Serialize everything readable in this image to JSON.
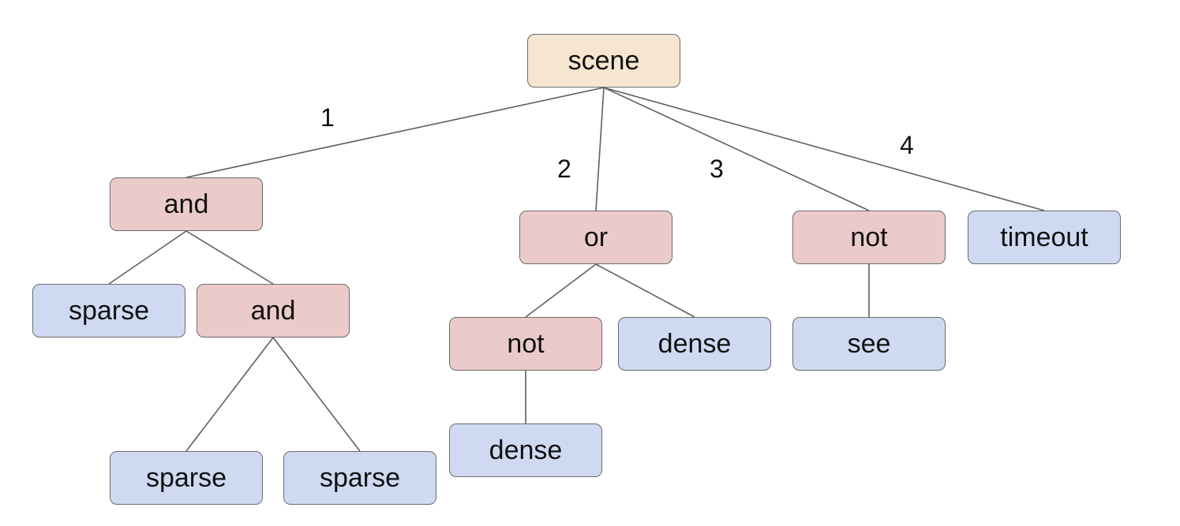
{
  "colors": {
    "root_fill": "#f6e6d0",
    "operator_fill": "#ebcbca",
    "leaf_fill": "#cfdaf2",
    "edge_stroke": "#5f5f5f"
  },
  "nodes": [
    {
      "id": "scene",
      "label": "scene",
      "kind": "root"
    },
    {
      "id": "and1",
      "label": "and",
      "kind": "operator"
    },
    {
      "id": "sparse1",
      "label": "sparse",
      "kind": "leaf"
    },
    {
      "id": "and2",
      "label": "and",
      "kind": "operator"
    },
    {
      "id": "sparse2",
      "label": "sparse",
      "kind": "leaf"
    },
    {
      "id": "sparse3",
      "label": "sparse",
      "kind": "leaf"
    },
    {
      "id": "or1",
      "label": "or",
      "kind": "operator"
    },
    {
      "id": "not1",
      "label": "not",
      "kind": "operator"
    },
    {
      "id": "dense1",
      "label": "dense",
      "kind": "leaf"
    },
    {
      "id": "dense2",
      "label": "dense",
      "kind": "leaf"
    },
    {
      "id": "not2",
      "label": "not",
      "kind": "operator"
    },
    {
      "id": "see",
      "label": "see",
      "kind": "leaf"
    },
    {
      "id": "timeout",
      "label": "timeout",
      "kind": "leaf"
    }
  ],
  "edges": [
    {
      "from": "scene",
      "to": "and1",
      "label": "1"
    },
    {
      "from": "scene",
      "to": "or1",
      "label": "2"
    },
    {
      "from": "scene",
      "to": "not2",
      "label": "3"
    },
    {
      "from": "scene",
      "to": "timeout",
      "label": "4"
    },
    {
      "from": "and1",
      "to": "sparse1"
    },
    {
      "from": "and1",
      "to": "and2"
    },
    {
      "from": "and2",
      "to": "sparse2"
    },
    {
      "from": "and2",
      "to": "sparse3"
    },
    {
      "from": "or1",
      "to": "not1"
    },
    {
      "from": "or1",
      "to": "dense2"
    },
    {
      "from": "not1",
      "to": "dense1"
    },
    {
      "from": "not2",
      "to": "see"
    }
  ]
}
